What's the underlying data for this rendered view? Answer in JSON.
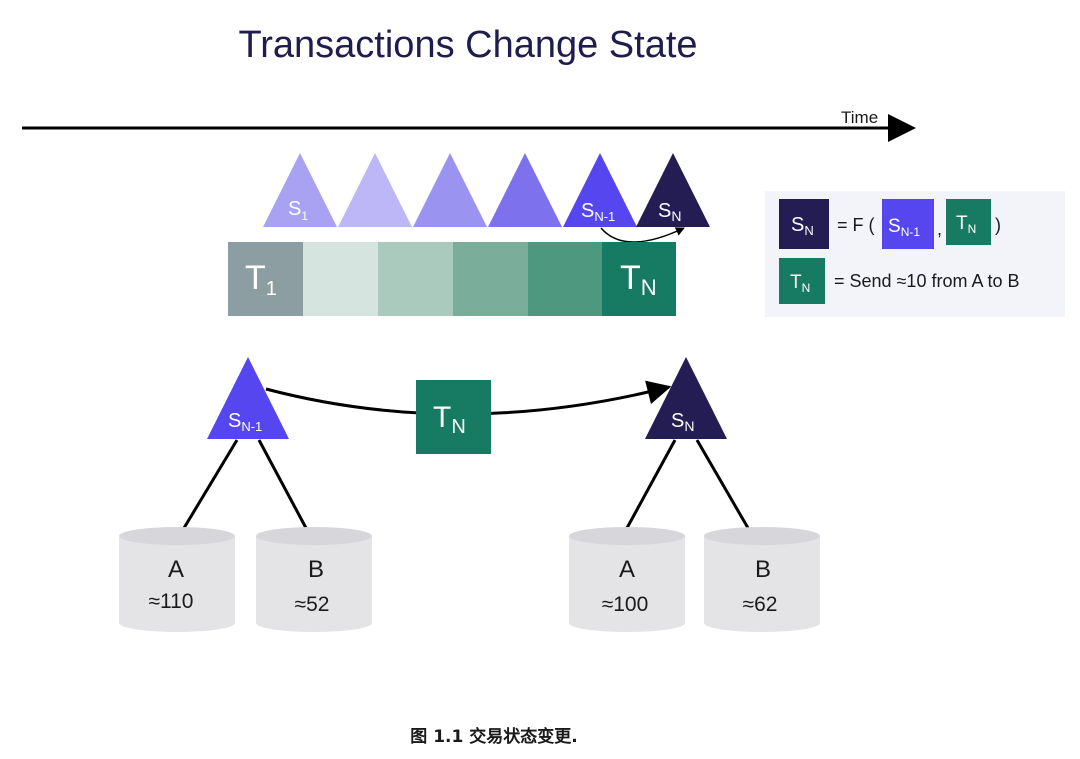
{
  "title": "Transactions Change State",
  "timeline": {
    "label": "Time"
  },
  "state_labels": {
    "first": "S",
    "first_sub": "1",
    "prev": "S",
    "prev_sub": "N-1",
    "last": "S",
    "last_sub": "N"
  },
  "tx_labels": {
    "first": "T",
    "first_sub": "1",
    "last": "T",
    "last_sub": "N"
  },
  "legend": {
    "state_main": "S",
    "state_main_sub": "N",
    "equals_f": "= F (",
    "state_prev": "S",
    "state_prev_sub": "N-1",
    "comma": ",",
    "tx": "T",
    "tx_sub": "N",
    "close": ")",
    "tx_def": "T",
    "tx_def_sub": "N",
    "tx_desc": "= Send ≈10 from A to B"
  },
  "transition": {
    "from": "S",
    "from_sub": "N-1",
    "tx": "T",
    "tx_sub": "N",
    "to": "S",
    "to_sub": "N"
  },
  "accounts_before": [
    {
      "name": "A",
      "balance": "≈110"
    },
    {
      "name": "B",
      "balance": "≈52"
    }
  ],
  "accounts_after": [
    {
      "name": "A",
      "balance": "≈100"
    },
    {
      "name": "B",
      "balance": "≈62"
    }
  ],
  "caption": "图 1.1 交易状态变更.",
  "colors": {
    "title": "#1f1d4d",
    "state_seq": [
      "#a9a2f2",
      "#bdb7f8",
      "#9b93f0",
      "#7d71ee",
      "#5546ef",
      "#231d54"
    ],
    "tx_seq": [
      "#8d9ea3",
      "#d5e4df",
      "#a9cabd",
      "#7aae9b",
      "#4f9880",
      "#177a62"
    ],
    "state_prev": "#5546ef",
    "state_last": "#231d54",
    "tx": "#177a62",
    "legend_bg": "#f3f4fa",
    "db": "#e4e4e7"
  }
}
